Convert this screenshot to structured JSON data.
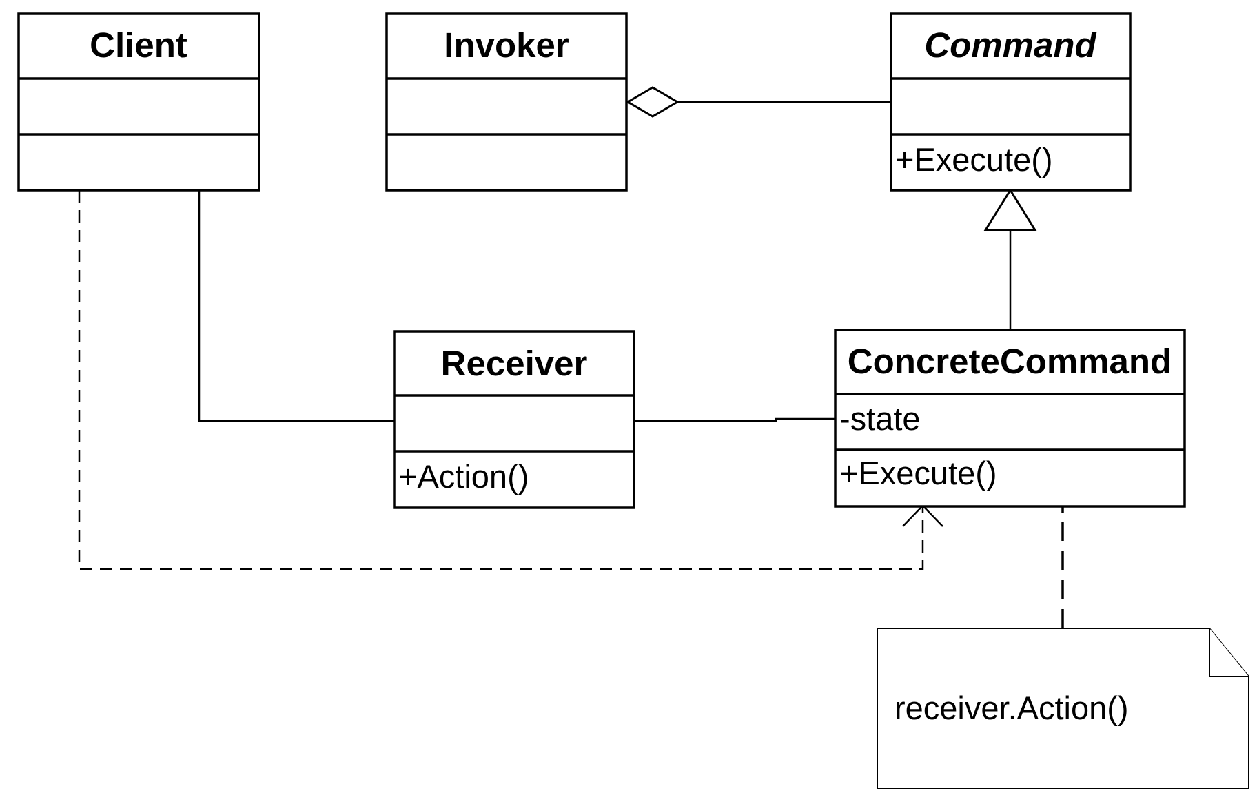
{
  "classes": {
    "client": {
      "name": "Client"
    },
    "invoker": {
      "name": "Invoker"
    },
    "command": {
      "name": "Command",
      "abstract": true,
      "operation": "+Execute()"
    },
    "receiver": {
      "name": "Receiver",
      "operation": "+Action()"
    },
    "concrete_command": {
      "name": "ConcreteCommand",
      "attribute": "-state",
      "operation": "+Execute()"
    }
  },
  "note": {
    "text": "receiver.Action()"
  },
  "relationships": [
    {
      "type": "aggregation",
      "from": "Invoker",
      "to": "Command"
    },
    {
      "type": "generalization",
      "from": "ConcreteCommand",
      "to": "Command"
    },
    {
      "type": "association",
      "from": "Client",
      "to": "Receiver"
    },
    {
      "type": "association",
      "from": "Receiver",
      "to": "ConcreteCommand"
    },
    {
      "type": "dependency",
      "from": "Client",
      "to": "ConcreteCommand"
    },
    {
      "type": "note-anchor",
      "from": "ConcreteCommand",
      "to": "note"
    }
  ],
  "colors": {
    "stroke": "#000000",
    "background": "#ffffff"
  }
}
